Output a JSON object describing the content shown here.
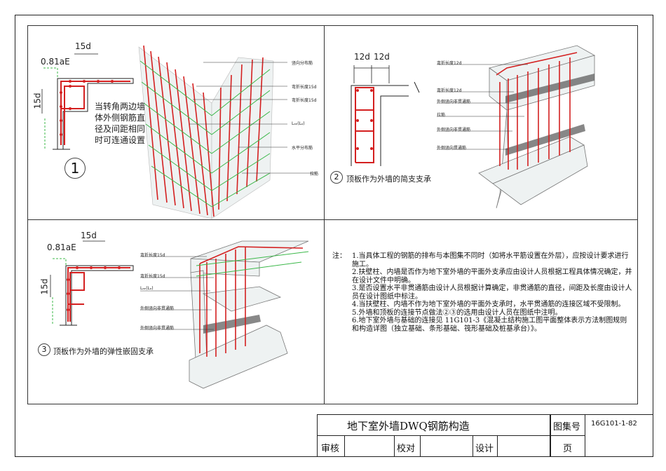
{
  "panel1": {
    "dim_15d": "15d",
    "dim_081lae": "0.81aE",
    "dim_15d_side": "15d",
    "note_lines": [
      "当转角两边墙",
      "体外侧钢筋直",
      "径及间距相同",
      "时可连通设置"
    ],
    "number": "1",
    "labels": [
      "竖向分布筋",
      "弯折长度15d",
      "弯折长度15d",
      "Lₐₑ(Lₐ)",
      "水平分布筋",
      "拉筋"
    ]
  },
  "panel2": {
    "dim_12d_a": "12d",
    "dim_12d_b": "12d",
    "number": "2",
    "caption": "顶板作为外墙的简支支承",
    "labels": [
      "弯折长度12d",
      "弯折长度12d",
      "外侧竖向非贯通筋",
      "拉筋",
      "外侧竖向非贯通筋",
      "外侧竖向贯通筋"
    ]
  },
  "panel3": {
    "dim_15d": "15d",
    "dim_081lae": "0.81aE",
    "dim_15d_side": "15d",
    "number": "3",
    "caption": "顶板作为外墙的弹性嵌固支承",
    "labels": [
      "弯折长度15d",
      "弯折长度15d",
      "Lₐₑ(Lₐ)",
      "外侧竖向非贯通筋",
      "外侧竖向非贯通筋"
    ]
  },
  "notes": {
    "prefix": "注：",
    "items": [
      "1.当具体工程的钢筋的排布与本图集不同时（如将水平筋设置在外层），应按设计要求进行施工。",
      "2.扶壁柱、内墙是否作为地下室外墙的平面外支承应由设计人员根据工程具体情况确定，并在设计文件中明确。",
      "3.是否设置水平非贯通筋由设计人员根据计算确定，非贯通筋的直径，间距及长度由设计人员在设计图纸中标注。",
      "4.当扶壁柱、内墙不作为地下室外墙的平面外支承时，水平贯通筋的连接区域不受限制。",
      "5.外墙和顶板的连接节点做法②③的选用由设计人员在图纸中注明。",
      "6.地下室外墙与基础的连接见 11G101-3《混凝土结构施工图平面整体表示方法制图规则和构造详图（独立基础、条形基础、筏形基础及桩基承台）》。"
    ]
  },
  "titleblock": {
    "title": "地下室外墙DWQ钢筋构造",
    "atlas_label": "图集号",
    "atlas_no": "16G101-1-82",
    "review": "审核",
    "check": "校对",
    "design": "设计",
    "page": "页"
  },
  "colors": {
    "rebar_red": "#d42020",
    "tie_green": "#3cb84a",
    "line": "#222222"
  }
}
